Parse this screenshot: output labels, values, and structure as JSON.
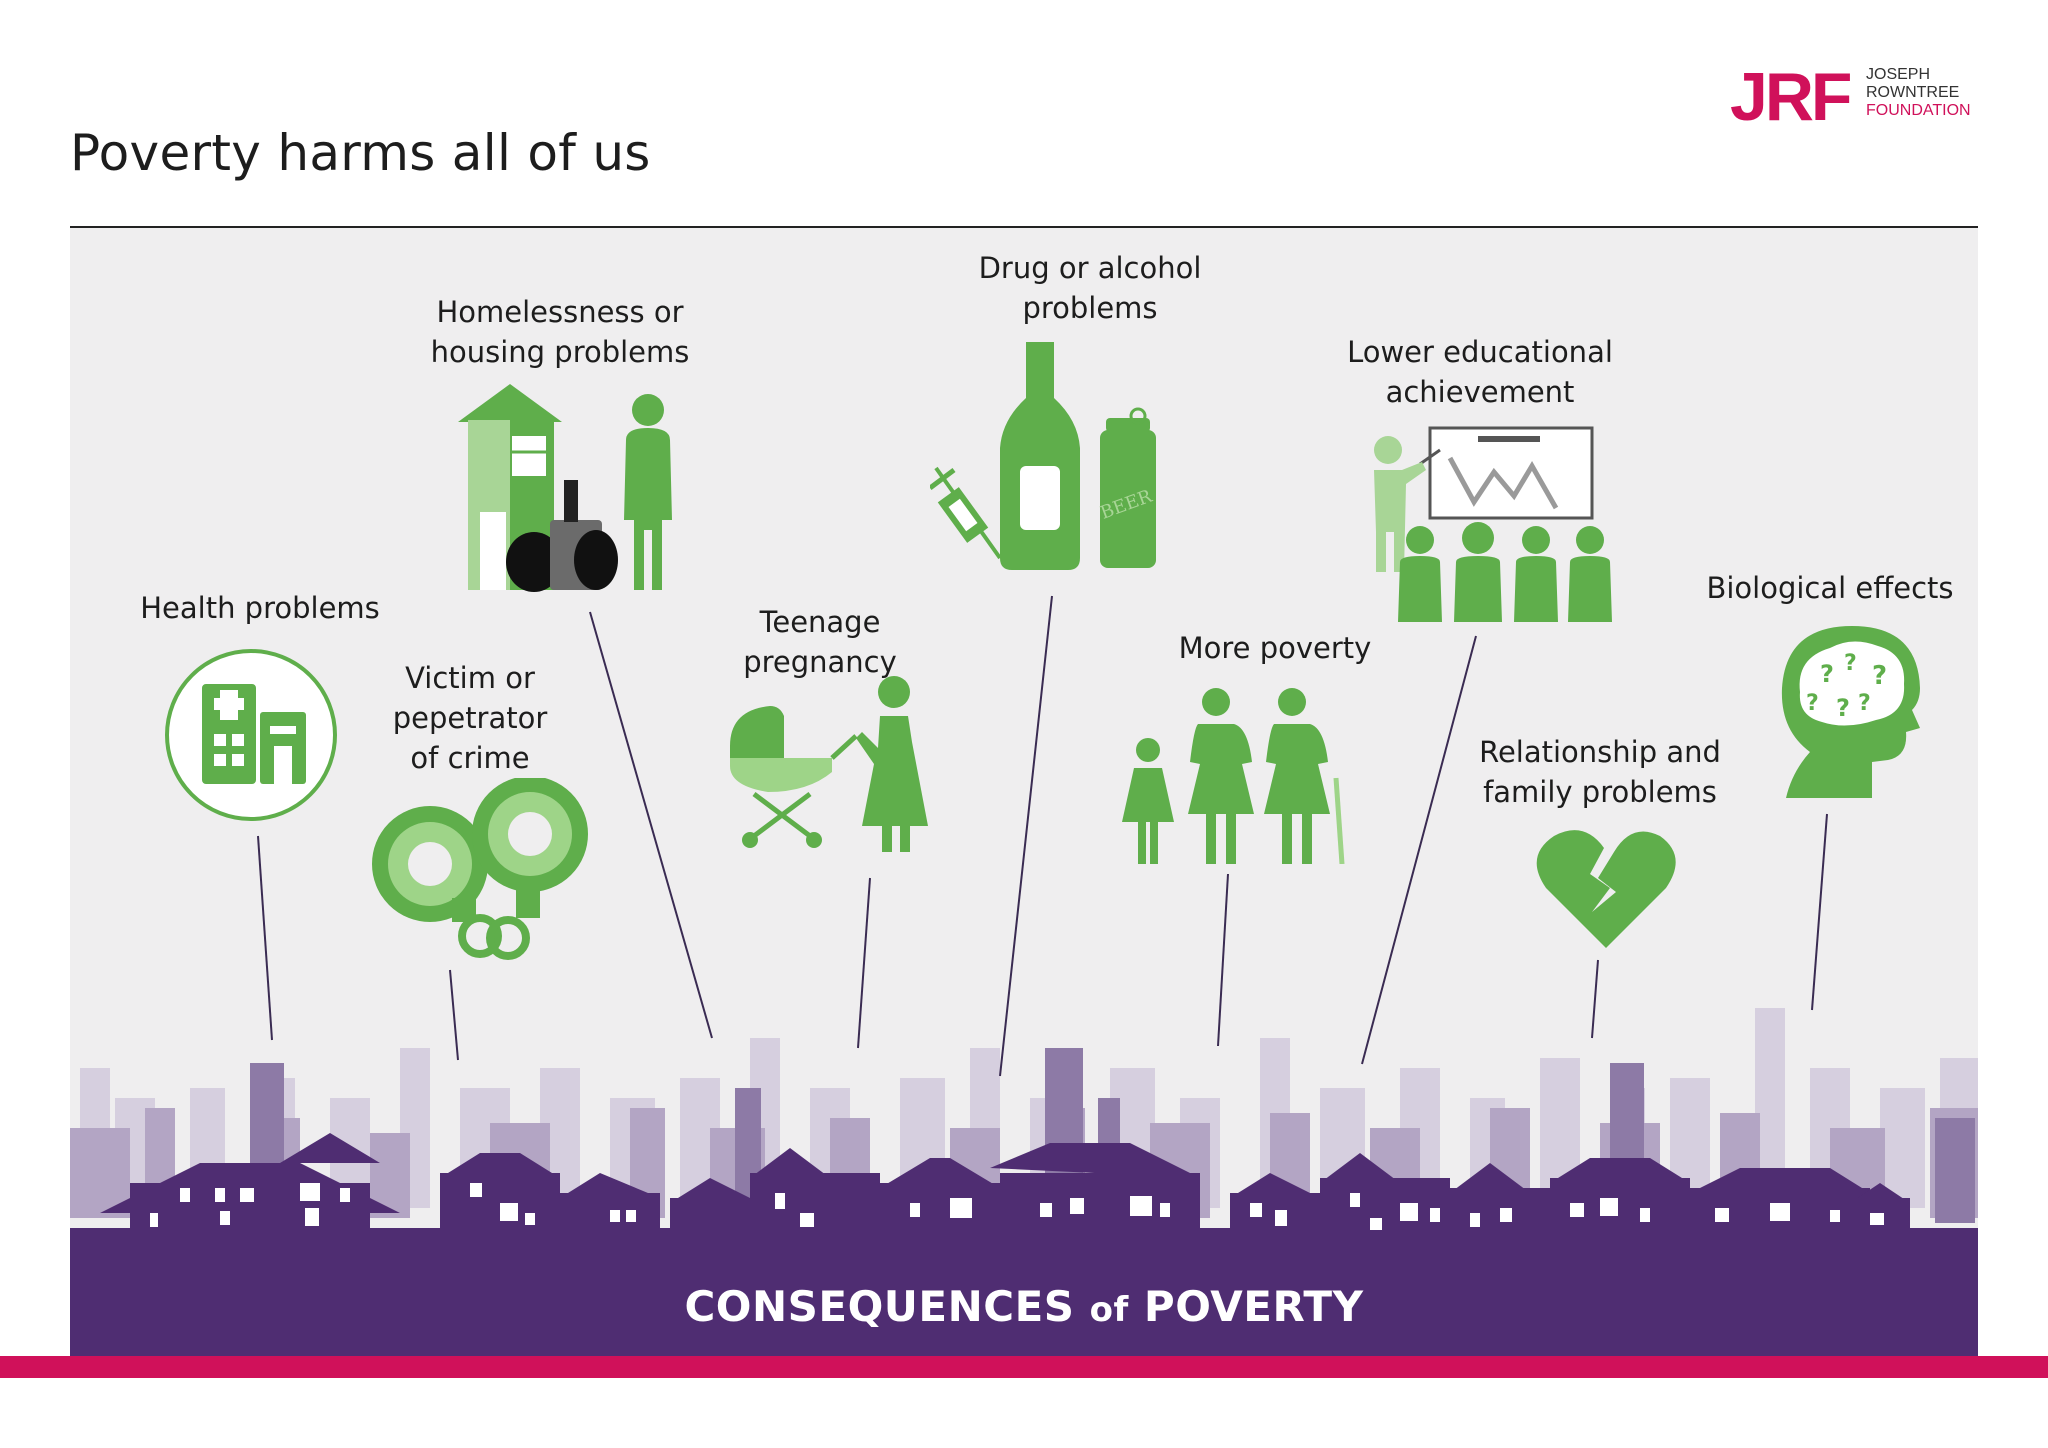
{
  "header": {
    "title": "Poverty harms all of us"
  },
  "logo": {
    "mark": "JRF",
    "line1": "JOSEPH",
    "line2": "ROWNTREE",
    "line3": "FOUNDATION",
    "color": "#d0115a"
  },
  "footer": {
    "title_a": "CONSEQUENCES",
    "title_of": "of",
    "title_b": "POVERTY"
  },
  "colors": {
    "icon_green": "#5fae4b",
    "light_green": "#a8d596",
    "purple": "#4f2d72",
    "pink": "#d0115a",
    "panel": "#efeeef"
  },
  "consequences": [
    {
      "label": "Health problems",
      "icon": "hospital-icon"
    },
    {
      "label": "Victim or\npepetrator\nof crime",
      "icon": "handcuffs-icon"
    },
    {
      "label": "Homelessness or\nhousing problems",
      "icon": "house-luggage-icon"
    },
    {
      "label": "Teenage\npregnancy",
      "icon": "pram-woman-icon"
    },
    {
      "label": "Drug or alcohol\nproblems",
      "icon": "bottle-syringe-icon",
      "can_text": "BEER"
    },
    {
      "label": "More poverty",
      "icon": "family-icon"
    },
    {
      "label": "Lower educational\nachievement",
      "icon": "classroom-icon"
    },
    {
      "label": "Relationship and\nfamily problems",
      "icon": "broken-heart-icon"
    },
    {
      "label": "Biological effects",
      "icon": "brain-head-icon"
    }
  ]
}
